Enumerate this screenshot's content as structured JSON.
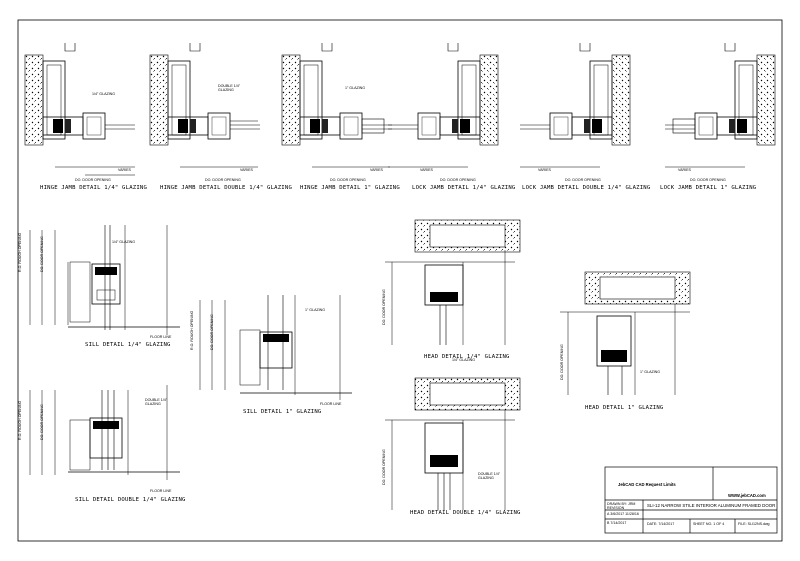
{
  "details": {
    "hinge_quarter": "HINGE JAMB DETAIL 1/4\" GLAZING",
    "hinge_double": "HINGE JAMB DETAIL DOUBLE 1/4\" GLAZING",
    "hinge_one": "HINGE JAMB DETAIL 1\" GLAZING",
    "lock_quarter": "LOCK JAMB DETAIL 1/4\" GLAZING",
    "lock_double": "LOCK JAMB DETAIL DOUBLE 1/4\" GLAZING",
    "lock_one": "LOCK JAMB DETAIL 1\" GLAZING",
    "sill_quarter": "SILL DETAIL 1/4\" GLAZING",
    "sill_double": "SILL DETAIL DOUBLE 1/4\" GLAZING",
    "sill_one": "SILL DETAIL 1\" GLAZING",
    "head_quarter": "HEAD DETAIL 1/4\" GLAZING",
    "head_double": "HEAD DETAIL DOUBLE 1/4\" GLAZING",
    "head_one": "HEAD DETAIL 1\" GLAZING"
  },
  "notes": {
    "glazing_quarter": "1/4\" GLAZING",
    "glazing_double": "DOUBLE 1/4\" GLAZING",
    "glazing_one": "1\" GLAZING",
    "floor_line": "FLOOR LINE",
    "door_opening": "DO. DOOR OPENING",
    "rough_opening": "R.O. ROUGH OPENING",
    "varies": "VARIES"
  },
  "title_block": {
    "company": "JebCAD CAD Request Limits",
    "website": "WWW.jebCAD.com",
    "drawn_by": "DRAWN BY: JRM",
    "revision": "REVISION",
    "title": "SLI-12 NARROW STILE INTERIOR ALUMINUM FRAMED DOOR",
    "date": "DATE: 7/14/2017",
    "sheet": "SHEET NO. 1 OF 4",
    "file": "FILE: SLI12NS.dwg",
    "rev_line_1": "A 3/6/2017  11/28/16",
    "rev_line_2": "B 7/14/2017"
  }
}
